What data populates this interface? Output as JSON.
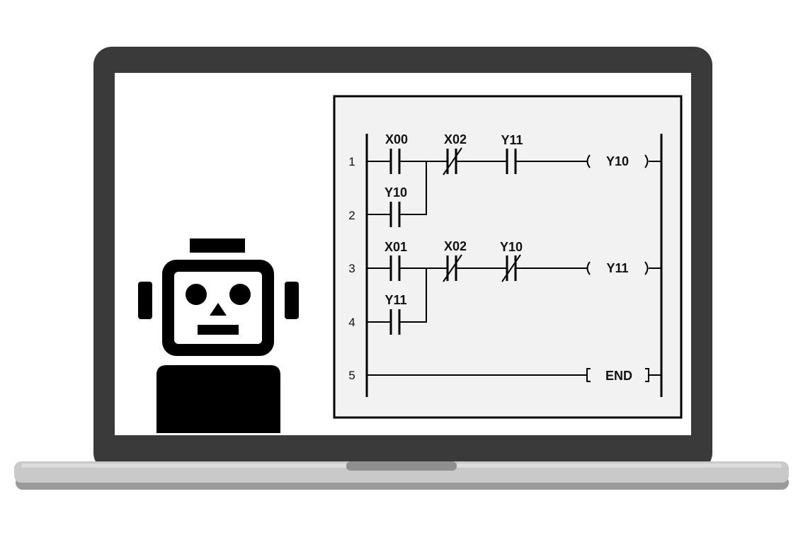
{
  "ladder": {
    "rungs": [
      {
        "number": "1",
        "contacts": [
          {
            "label": "X00",
            "type": "NO"
          },
          {
            "label": "X02",
            "type": "NC"
          },
          {
            "label": "Y11",
            "type": "NO"
          }
        ],
        "coil": "Y10"
      },
      {
        "number": "2",
        "contacts": [
          {
            "label": "Y10",
            "type": "NO"
          }
        ]
      },
      {
        "number": "3",
        "contacts": [
          {
            "label": "X01",
            "type": "NO"
          },
          {
            "label": "X02",
            "type": "NC"
          },
          {
            "label": "Y10",
            "type": "NC"
          }
        ],
        "coil": "Y11"
      },
      {
        "number": "4",
        "contacts": [
          {
            "label": "Y11",
            "type": "NO"
          }
        ]
      },
      {
        "number": "5",
        "instruction": "END"
      }
    ]
  }
}
